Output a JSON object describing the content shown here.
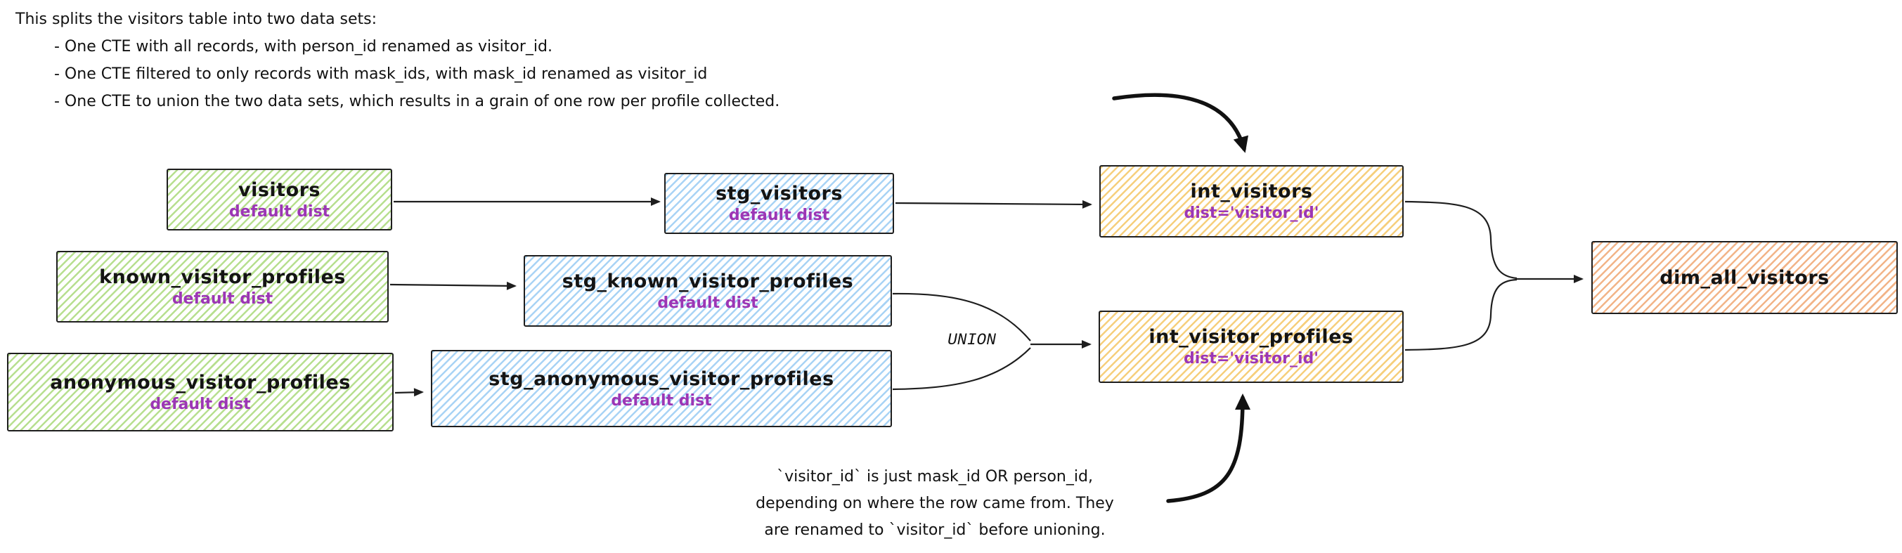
{
  "annotations": {
    "top": {
      "intro": "This splits the visitors table into two data sets:",
      "bullets": [
        "- One CTE with all records, with person_id renamed as visitor_id.",
        "- One CTE filtered to only records with mask_ids, with mask_id renamed as visitor_id",
        "- One CTE to union the two data sets, which results in a grain of one row per profile collected."
      ]
    },
    "bottom": {
      "lines": [
        "`visitor_id` is just mask_id OR person_id,",
        "depending on where the row came from. They",
        "are renamed to `visitor_id` before unioning."
      ]
    },
    "union_label": "UNION"
  },
  "nodes": [
    {
      "id": "visitors",
      "title": "visitors",
      "subtitle": "default dist",
      "fill": "#b7df8f"
    },
    {
      "id": "known_visitor_profiles",
      "title": "known_visitor_profiles",
      "subtitle": "default dist",
      "fill": "#b7df8f"
    },
    {
      "id": "anonymous_visitor_profiles",
      "title": "anonymous_visitor_profiles",
      "subtitle": "default dist",
      "fill": "#b7df8f"
    },
    {
      "id": "stg_visitors",
      "title": "stg_visitors",
      "subtitle": "default dist",
      "fill": "#a8d3f5"
    },
    {
      "id": "stg_known_visitor_profiles",
      "title": "stg_known_visitor_profiles",
      "subtitle": "default dist",
      "fill": "#a8d3f5"
    },
    {
      "id": "stg_anonymous_visitor_profiles",
      "title": "stg_anonymous_visitor_profiles",
      "subtitle": "default dist",
      "fill": "#a8d3f5"
    },
    {
      "id": "int_visitors",
      "title": "int_visitors",
      "subtitle": "dist='visitor_id'",
      "fill": "#f6cf7c"
    },
    {
      "id": "int_visitor_profiles",
      "title": "int_visitor_profiles",
      "subtitle": "dist='visitor_id'",
      "fill": "#f6cf7c"
    },
    {
      "id": "dim_all_visitors",
      "title": "dim_all_visitors",
      "subtitle": "",
      "fill": "#f2b488"
    }
  ],
  "edges": [
    {
      "from": "visitors",
      "to": "stg_visitors"
    },
    {
      "from": "stg_visitors",
      "to": "int_visitors"
    },
    {
      "from": "known_visitor_profiles",
      "to": "stg_known_visitor_profiles"
    },
    {
      "from": "anonymous_visitor_profiles",
      "to": "stg_anonymous_visitor_profiles"
    },
    {
      "from": "stg_known_visitor_profiles",
      "to": "int_visitor_profiles",
      "label": "UNION"
    },
    {
      "from": "stg_anonymous_visitor_profiles",
      "to": "int_visitor_profiles",
      "label": "UNION"
    },
    {
      "from": "int_visitors",
      "to": "dim_all_visitors"
    },
    {
      "from": "int_visitor_profiles",
      "to": "dim_all_visitors"
    },
    {
      "from": "top-annotation",
      "to": "int_visitors"
    },
    {
      "from": "bottom-annotation",
      "to": "int_visitor_profiles"
    }
  ],
  "colors": {
    "source_green": "#b7df8f",
    "staging_blue": "#a8d3f5",
    "intermediate_yellow": "#f6cf7c",
    "dim_orange": "#f2b488",
    "subtitle_purple": "#9c36b5",
    "stroke": "#1e1e1e"
  }
}
